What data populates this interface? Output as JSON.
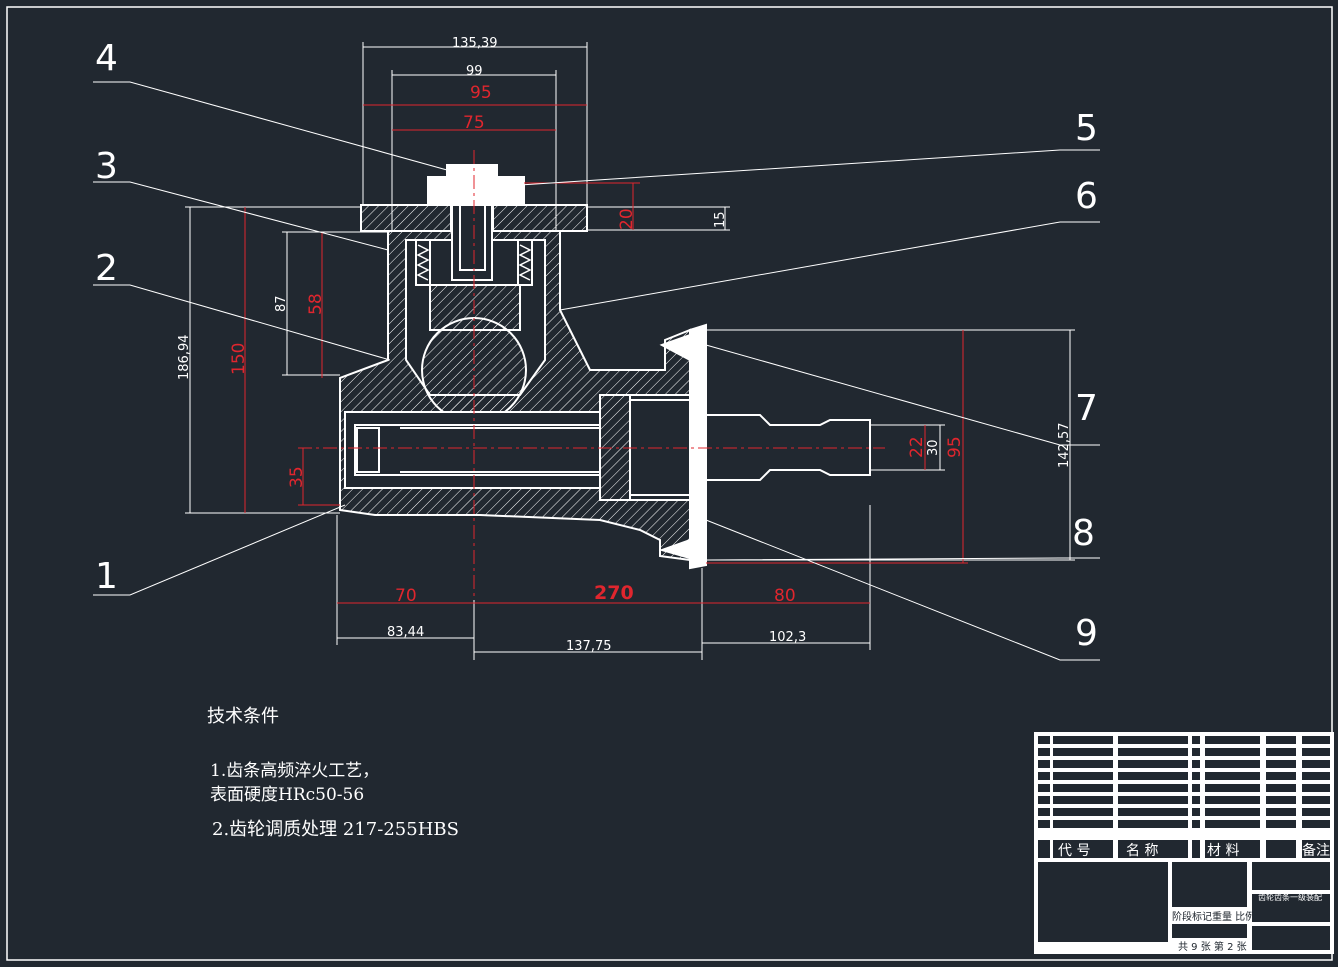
{
  "drawing": {
    "part_labels": [
      "4",
      "3",
      "2",
      "1",
      "5",
      "6",
      "7",
      "8",
      "9"
    ],
    "dimensions_white": [
      "135,39",
      "99",
      "15",
      "87",
      "186,94",
      "30",
      "142,57",
      "83,44",
      "137,75",
      "102,3"
    ],
    "dimensions_red": [
      "95",
      "75",
      "20",
      "58",
      "150",
      "35",
      "22",
      "95",
      "70",
      "270",
      "80"
    ]
  },
  "tech_notes": {
    "title": "技术条件",
    "note1_line1": "1.齿条高频淬火工艺，",
    "note1_line2": "表面硬度HRc50-56",
    "note2": "2.齿轮调质处理 217-255HBS"
  },
  "title_block": {
    "header": [
      "代 号",
      "名 称",
      "材 料",
      "备注"
    ],
    "stage_mark": "阶段标记",
    "mass_scale": "重量 比例",
    "sheet_info": "共 9 张 第 2 张",
    "drawing_title": "齿轮齿条一级装配"
  },
  "colors": {
    "background": "#212830",
    "line": "#ffffff",
    "dimension_red": "#e0262e"
  }
}
